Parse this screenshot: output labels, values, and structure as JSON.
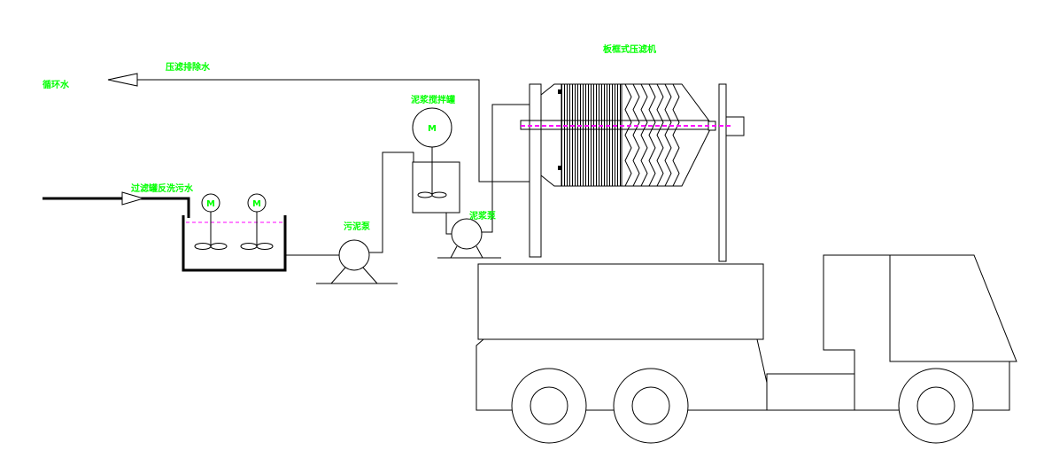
{
  "labels": {
    "filter_press": "板框式压滤机",
    "press_water": "压滤排除水",
    "recirculating_water": "循环水",
    "mixing_tank": "泥浆搅拌罐",
    "backwash_water": "过滤罐反洗污水",
    "sewage_pump": "污泥泵",
    "slurry_pump": "泥浆泵"
  },
  "motors": [
    "M",
    "M",
    "M"
  ],
  "colors": {
    "label": "#00ff00",
    "level_line": "#ff00ff",
    "line": "#000000"
  }
}
